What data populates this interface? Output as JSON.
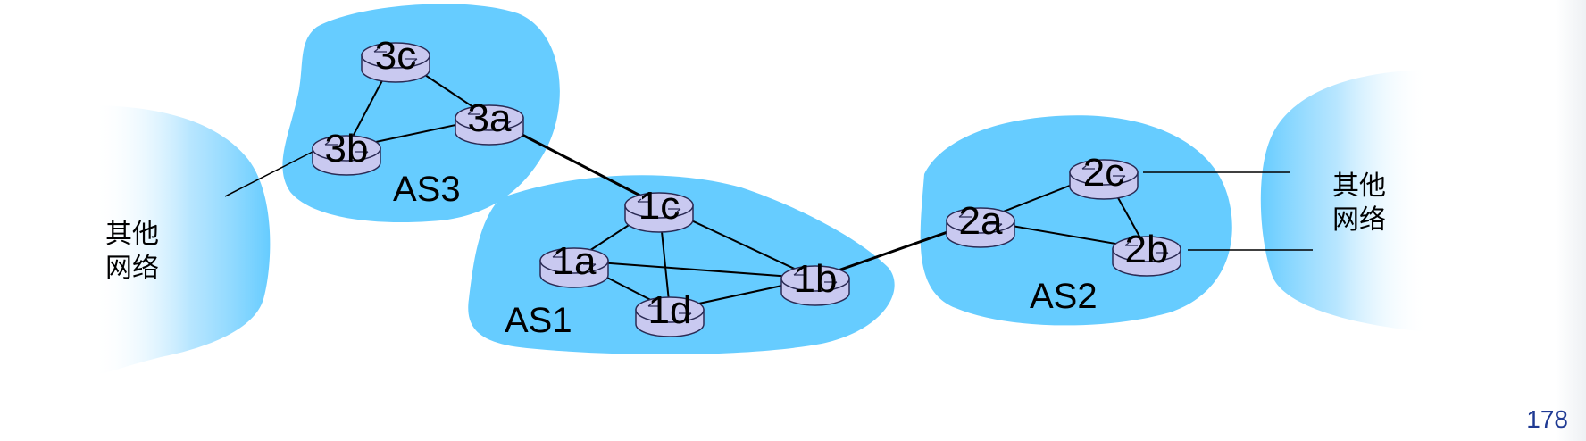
{
  "colors": {
    "as_cloud": "#66ccff",
    "router_fill": "#c9c9f0",
    "router_stroke": "#2b2b55",
    "link": "#000000",
    "page_number": "#1f3a93"
  },
  "as_labels": {
    "as1": "AS1",
    "as2": "AS2",
    "as3": "AS3"
  },
  "other_networks": {
    "left": [
      "其他",
      "网络"
    ],
    "right": [
      "其他",
      "网络"
    ]
  },
  "routers": [
    {
      "id": "3c",
      "label": "3c"
    },
    {
      "id": "3a",
      "label": "3a"
    },
    {
      "id": "3b",
      "label": "3b"
    },
    {
      "id": "1c",
      "label": "1c"
    },
    {
      "id": "1a",
      "label": "1a"
    },
    {
      "id": "1b",
      "label": "1b"
    },
    {
      "id": "1d",
      "label": "1d"
    },
    {
      "id": "2c",
      "label": "2c"
    },
    {
      "id": "2a",
      "label": "2a"
    },
    {
      "id": "2b",
      "label": "2b"
    }
  ],
  "links": [
    {
      "from": "3c",
      "to": "3a",
      "type": "intra"
    },
    {
      "from": "3c",
      "to": "3b",
      "type": "intra"
    },
    {
      "from": "3b",
      "to": "3a",
      "type": "intra"
    },
    {
      "from": "3a",
      "to": "1c",
      "type": "inter"
    },
    {
      "from": "1c",
      "to": "1a",
      "type": "intra"
    },
    {
      "from": "1c",
      "to": "1d",
      "type": "intra"
    },
    {
      "from": "1c",
      "to": "1b",
      "type": "intra"
    },
    {
      "from": "1a",
      "to": "1b",
      "type": "intra"
    },
    {
      "from": "1a",
      "to": "1d",
      "type": "intra"
    },
    {
      "from": "1d",
      "to": "1b",
      "type": "intra"
    },
    {
      "from": "1b",
      "to": "2a",
      "type": "inter"
    },
    {
      "from": "2a",
      "to": "2c",
      "type": "intra"
    },
    {
      "from": "2a",
      "to": "2b",
      "type": "intra"
    },
    {
      "from": "2c",
      "to": "2b",
      "type": "intra"
    }
  ],
  "page_number": "178"
}
